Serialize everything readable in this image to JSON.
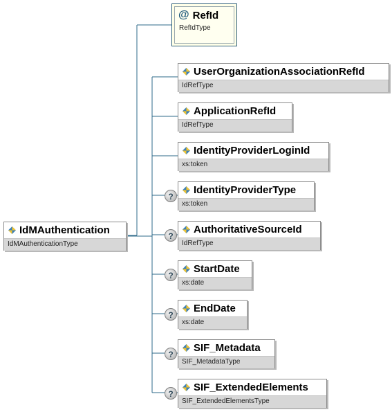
{
  "root": {
    "name": "IdMAuthentication",
    "type": "IdMAuthenticationType",
    "icon": "element-icon"
  },
  "attribute": {
    "name": "RefId",
    "type": "RefIdType",
    "symbol": "@"
  },
  "children": [
    {
      "name": "UserOrganizationAssociationRefId",
      "type": "IdRefType",
      "optional": false
    },
    {
      "name": "ApplicationRefId",
      "type": "IdRefType",
      "optional": false
    },
    {
      "name": "IdentityProviderLoginId",
      "type": "xs:token",
      "optional": false
    },
    {
      "name": "IdentityProviderType",
      "type": "xs:token",
      "optional": true
    },
    {
      "name": "AuthoritativeSourceId",
      "type": "IdRefType",
      "optional": true
    },
    {
      "name": "StartDate",
      "type": "xs:date",
      "optional": true
    },
    {
      "name": "EndDate",
      "type": "xs:date",
      "optional": true
    },
    {
      "name": "SIF_Metadata",
      "type": "SIF_MetadataType",
      "optional": true
    },
    {
      "name": "SIF_ExtendedElements",
      "type": "SIF_ExtendedElementsType",
      "optional": true
    }
  ],
  "optional_symbol": "?",
  "colors": {
    "connector": "#2e6a8a",
    "type_bg": "#d7d7d7",
    "attr_bg": "#ffffe8"
  }
}
